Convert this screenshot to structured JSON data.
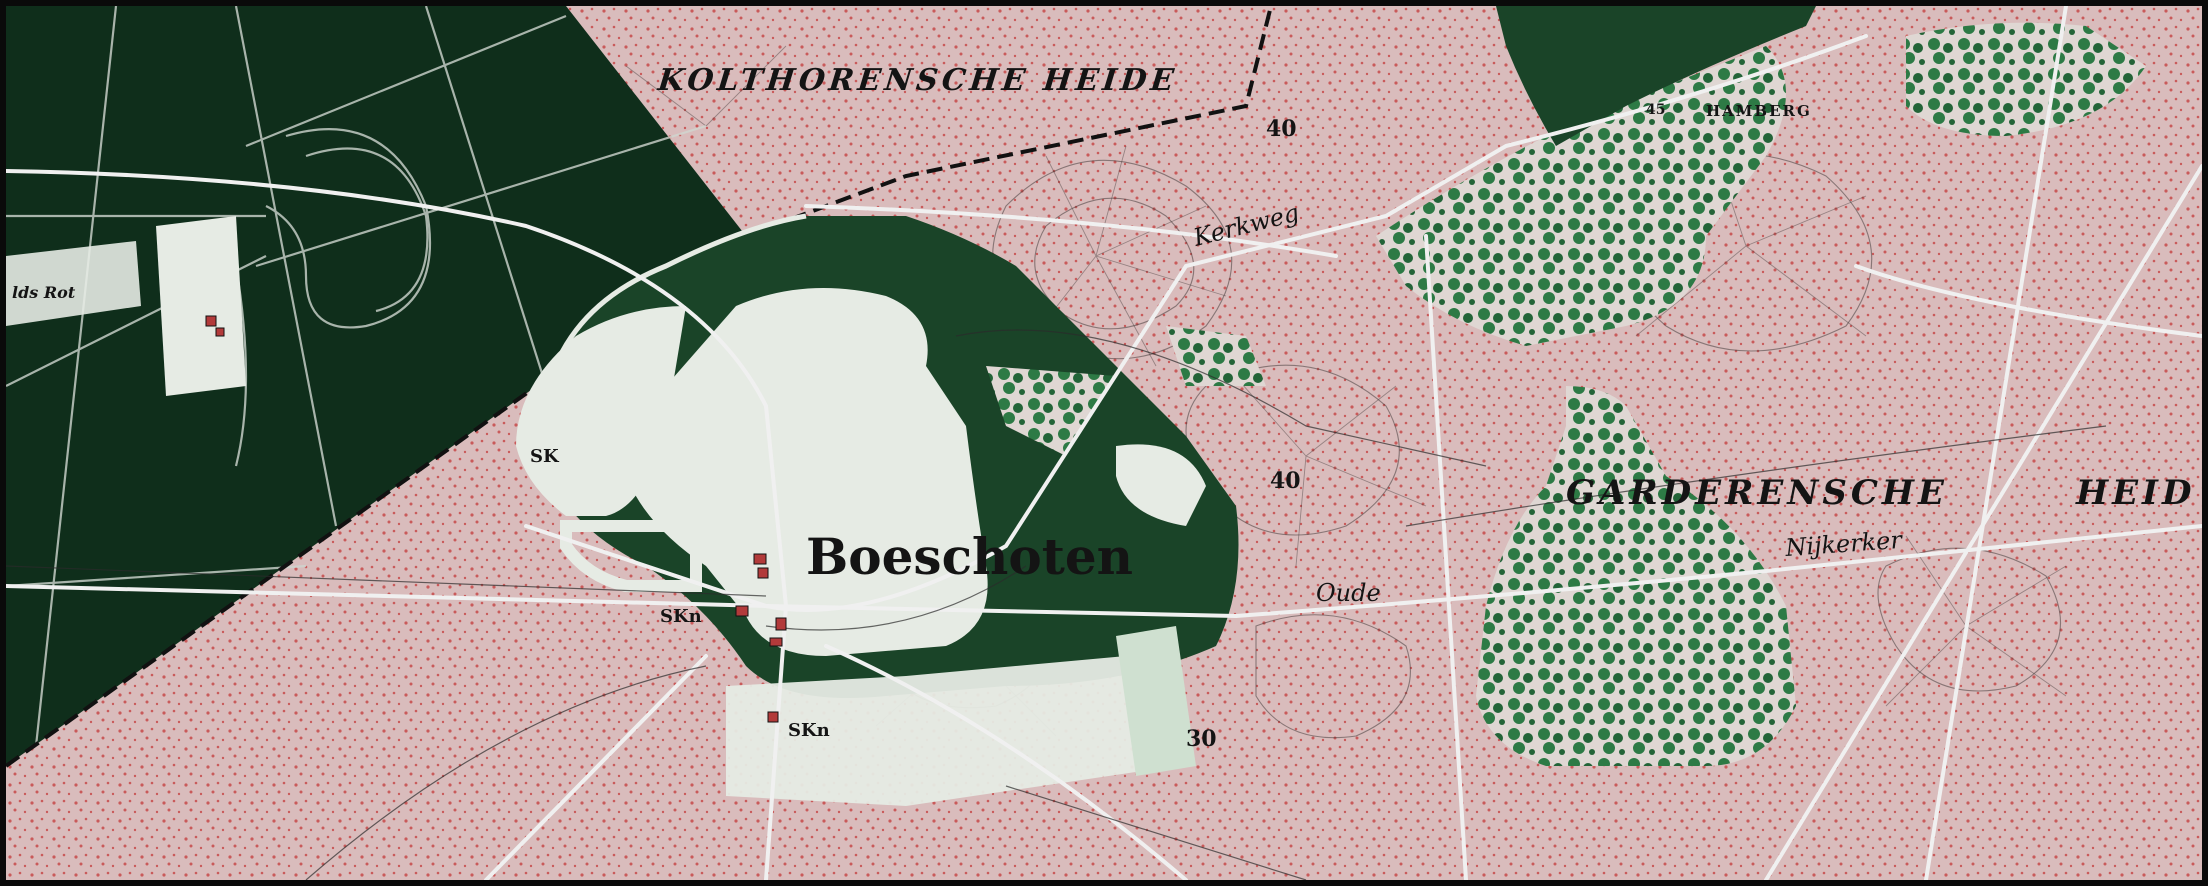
{
  "map": {
    "colors": {
      "heath": "#d9bcbc",
      "heath_dots": "#c43a3a",
      "forest": "#1a4428",
      "dark_forest": "#0f2e1b",
      "field": "#e6ebe4",
      "grove": "#2d7a45",
      "road": "#f0f0f0",
      "contour": "#463c3c"
    },
    "labels": {
      "kolthorensche_heide": "KOLTHORENSCHE HEIDE",
      "garderensche_heide": "GARDERENSCHE",
      "heide_right": "HEID",
      "boeschoten": "Boeschoten",
      "kerkweg": "Kerkweg",
      "oude": "Oude",
      "nijkerker": "Nijkerker",
      "hamberg": "HAMBERG",
      "height_40_top": "40",
      "height_40_mid": "40",
      "height_30": "30",
      "height_45": "45",
      "sk_1": "SK",
      "sk_2": "SKn",
      "sk_3": "SKn",
      "west_label": "lds Rot"
    }
  }
}
